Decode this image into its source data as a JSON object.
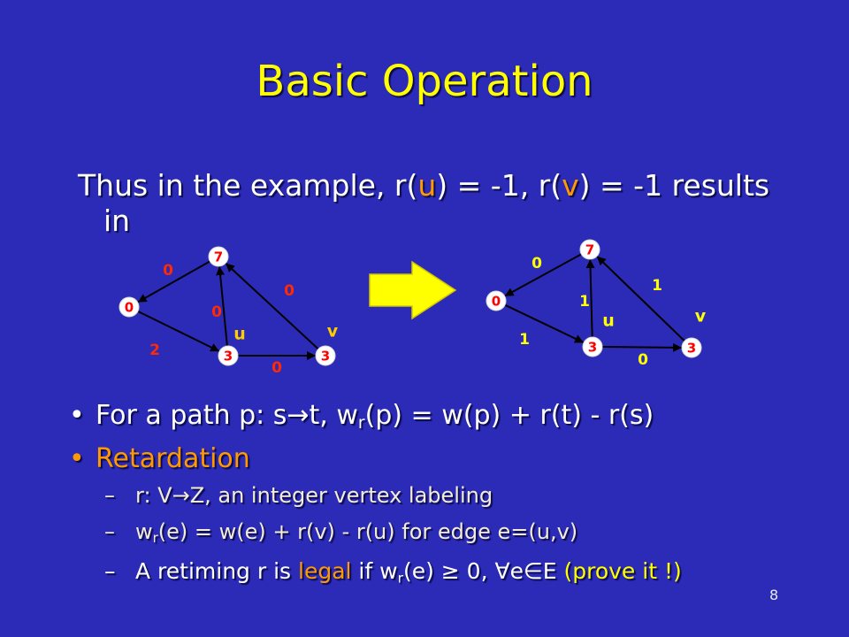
{
  "colors": {
    "background": "#2B2BB8",
    "title": "#FFFF00",
    "text": "#FFFFFF",
    "accent": "#FF9900",
    "highlight": "#FFFF00",
    "subtext": "#F3EDD5",
    "edge_label_before": "#FF2A00",
    "edge_label_after": "#FFFF00",
    "vertex_label_before": "#FFCC00",
    "vertex_label_after": "#FFFF00",
    "node_fill": "#FFFFFF",
    "node_digit": "#FF0000"
  },
  "slide": {
    "title": "Basic Operation",
    "intro": {
      "part1": "Thus in the example, r(",
      "u": "u",
      "part2": ") = -1, r(",
      "v": "v",
      "part3": ") = -1 results",
      "part4": "in"
    },
    "bullets": [
      {
        "marker": "•",
        "pre": "For a path p: s→t, w",
        "sub": "r",
        "post": "(p) = w(p) + r(t) - r(s)"
      },
      {
        "marker": "•",
        "text": "Retardation"
      }
    ],
    "sub_bullets": [
      {
        "marker": "–",
        "text": "r: V→Z, an integer vertex labeling"
      },
      {
        "marker": "–",
        "pre": "w",
        "sub": "r",
        "post": "(e) = w(e) + r(v) - r(u) for edge e=(u,v)"
      },
      {
        "marker": "–",
        "pre": "A retiming r is ",
        "highlight": "legal",
        "mid": " if w",
        "sub": "r",
        "post": "(e) ≥ 0, ∀e∈E ",
        "note": "(prove it !)"
      }
    ],
    "page_number": "8"
  },
  "graphs": {
    "before": {
      "nodes": {
        "top": "7",
        "left": "0",
        "u": "3",
        "v": "3"
      },
      "vertex_labels": {
        "u": "u",
        "v": "v"
      },
      "edges": {
        "top_to_left": "0",
        "u_to_top": "0",
        "v_to_top": "0",
        "left_to_u": "2",
        "u_to_v": "0"
      }
    },
    "after": {
      "nodes": {
        "top": "7",
        "left": "0",
        "u": "3",
        "v": "3"
      },
      "vertex_labels": {
        "u": "u",
        "v": "v"
      },
      "edges": {
        "top_to_left": "0",
        "u_to_top": "1",
        "v_to_top": "1",
        "left_to_u": "1",
        "u_to_v": "0"
      }
    }
  }
}
